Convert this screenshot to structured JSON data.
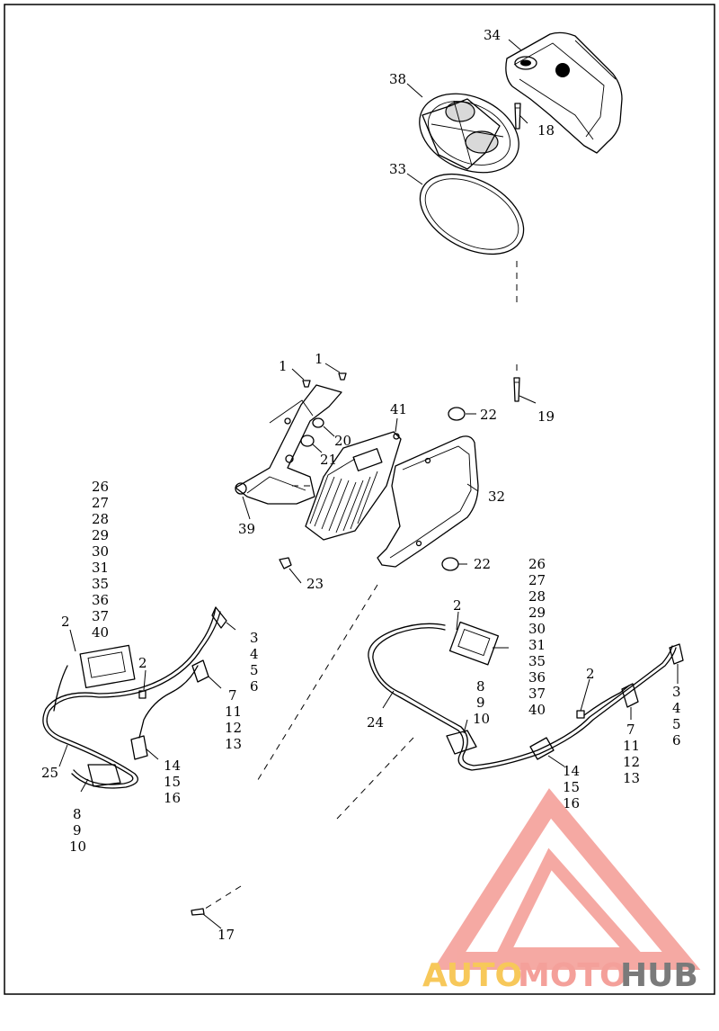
{
  "diagram": {
    "callouts": {
      "c1a": "1",
      "c1b": "1",
      "c2a": "2",
      "c2b": "2",
      "c2c": "2",
      "c2d": "2",
      "c17": "17",
      "c18": "18",
      "c19": "19",
      "c20": "20",
      "c21": "21",
      "c22a": "22",
      "c22b": "22",
      "c23": "23",
      "c24": "24",
      "c25": "25",
      "c32": "32",
      "c33": "33",
      "c34": "34",
      "c38": "38",
      "c39": "39",
      "c41": "41"
    },
    "groups": {
      "left_module": [
        "26",
        "27",
        "28",
        "29",
        "30",
        "31",
        "35",
        "36",
        "37",
        "40"
      ],
      "left_conn_a": [
        "3",
        "4",
        "5",
        "6"
      ],
      "left_conn_b": [
        "7",
        "11",
        "12",
        "13"
      ],
      "left_conn_c": [
        "14",
        "15",
        "16"
      ],
      "left_conn_d": [
        "8",
        "9",
        "10"
      ],
      "right_module": [
        "26",
        "27",
        "28",
        "29",
        "30",
        "31",
        "35",
        "36",
        "37",
        "40"
      ],
      "right_conn_a": [
        "3",
        "4",
        "5",
        "6"
      ],
      "right_conn_b": [
        "7",
        "11",
        "12",
        "13"
      ],
      "right_conn_c": [
        "14",
        "15",
        "16"
      ],
      "right_conn_d": [
        "8",
        "9",
        "10"
      ]
    }
  },
  "watermark": {
    "part1": "AUTO",
    "part2": "MOTO",
    "part3": "HUB",
    "color_primary": "#f4a09a",
    "color_secondary": "#f7c85a",
    "color_dark": "#7a7a7a"
  }
}
